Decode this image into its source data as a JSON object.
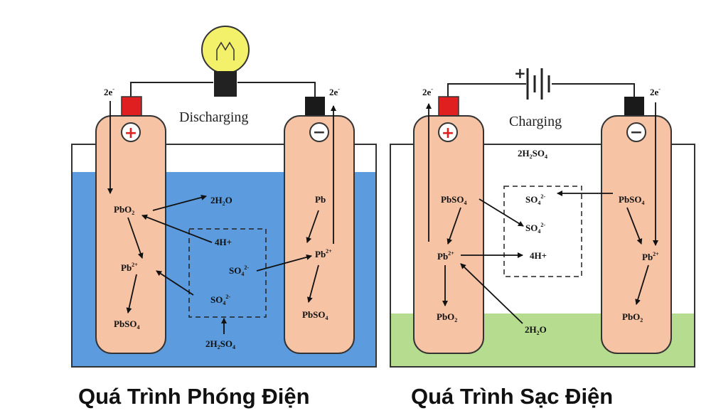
{
  "discharge": {
    "process_label": "Discharging",
    "electrons_left": "2e",
    "electrons_right": "2e",
    "electron_sup": "-",
    "plus_sign": "+",
    "minus_sign": "−",
    "species": {
      "pbo2_a": "PbO",
      "pbo2_a_sub": "2",
      "h2o_a": "2H",
      "h2o_a_sub": "2",
      "h2o_a_tail": "O",
      "h4": "4H+",
      "pb2_a": "Pb",
      "pb2_a_sup": "2+",
      "so4_a": "SO",
      "so4_a_sub": "4",
      "so4_a_sup": "2-",
      "so4_b": "SO",
      "so4_b_sub": "4",
      "so4_b_sup": "2-",
      "pbso4_a": "PbSO",
      "pbso4_a_sub": "4",
      "h2so4_a": "2H",
      "h2so4_a_sub": "2",
      "h2so4_a_tail": "SO",
      "h2so4_a_sub2": "4",
      "pb": "Pb",
      "pb2_b": "Pb",
      "pb2_b_sup": "2+",
      "pbso4_b": "PbSO",
      "pbso4_b_sub": "4"
    },
    "caption": "Quá Trình Phóng Điện"
  },
  "charge": {
    "process_label": "Charging",
    "battery_plus": "+",
    "electrons_left": "2e",
    "electrons_right": "2e",
    "electron_sup": "-",
    "plus_sign": "+",
    "minus_sign": "−",
    "species": {
      "h2so4": "2H",
      "h2so4_sub": "2",
      "h2so4_tail": "SO",
      "h2so4_sub2": "4",
      "pbso4_a": "PbSO",
      "pbso4_a_sub": "4",
      "so4_a": "SO",
      "so4_a_sub": "4",
      "so4_a_sup": "2-",
      "so4_b": "SO",
      "so4_b_sub": "4",
      "so4_b_sup": "2-",
      "pb2_a": "Pb",
      "pb2_a_sup": "2+",
      "h4": "4H+",
      "pbo2_a": "PbO",
      "pbo2_a_sub": "2",
      "h2o": "2H",
      "h2o_sub": "2",
      "h2o_tail": "O",
      "pbso4_b": "PbSO",
      "pbso4_b_sub": "4",
      "pb2_b": "Pb",
      "pb2_b_sup": "2+",
      "pbo2_b": "PbO",
      "pbo2_b_sub": "2"
    },
    "caption": "Quá Trình Sạc Điện"
  },
  "colors": {
    "electrolyte_discharge": "#5b9bde",
    "electrolyte_charge": "#b5dc8f",
    "plate": "#f6c3a5",
    "terminal_positive": "#e02020",
    "terminal_negative": "#1a1a1a",
    "bulb": "#f3f06a"
  },
  "icons": [
    "light-bulb-icon",
    "battery-icon",
    "plus-icon",
    "minus-icon"
  ]
}
